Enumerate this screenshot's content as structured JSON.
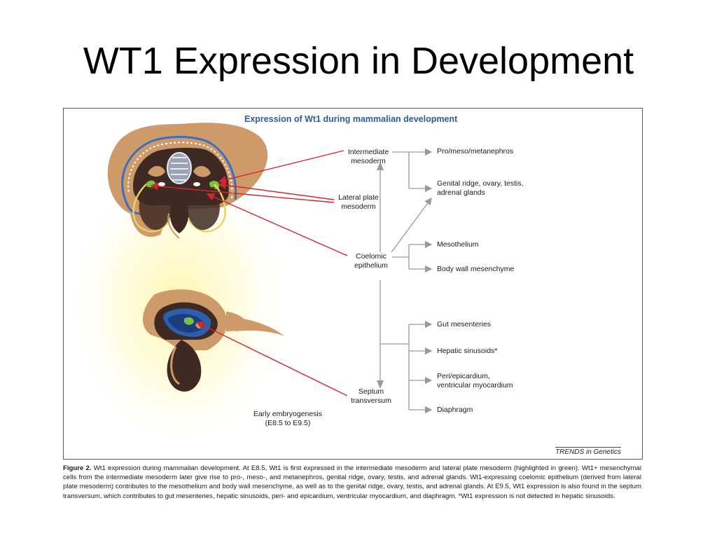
{
  "slide": {
    "title": "WT1 Expression in Development"
  },
  "figure": {
    "heading": "Expression of Wt1 during mammalian development",
    "sources": {
      "intermediate_mesoderm": [
        "Intermediate",
        "mesoderm"
      ],
      "lateral_plate_mesoderm": [
        "Lateral plate",
        "mesoderm"
      ],
      "coelomic_epithelium": [
        "Coelomic",
        "epithelium"
      ],
      "septum_transversum": [
        "Septum",
        "transversum"
      ]
    },
    "fates": {
      "pro_meso_metanephros": [
        "Pro/meso/metanephros"
      ],
      "genital_ridge": [
        "Genital ridge, ovary, testis,",
        "adrenal glands"
      ],
      "mesothelium": [
        "Mesothelium"
      ],
      "body_wall": [
        "Body wall mesenchyme"
      ],
      "gut_mesenteries": [
        "Gut mesenteries"
      ],
      "hepatic_sinusoids": [
        "Hepatic sinusoids*"
      ],
      "peri_epicardium": [
        "Peri/epicardium,",
        "ventricular myocardium"
      ],
      "diaphragm": [
        "Diaphragm"
      ]
    },
    "stage_label": [
      "Early embryogenesis",
      "(E8.5 to E9.5)"
    ],
    "credit": "TRENDS in Genetics",
    "colors": {
      "heading": "#2d5aa0",
      "wt1_green": "#7cc242",
      "arrow_red": "#d0282e",
      "arrow_gray": "#9a9a9a"
    }
  },
  "caption": {
    "label": "Figure 2.",
    "text": "Wt1 expression during mammalian development. At E8.5, Wt1 is first expressed in the intermediate mesoderm and lateral plate mesoderm (highlighted in green). Wt1+ mesenchymal cells from the intermediate mesoderm later give rise to pro-, meso-, and metanephros, genital ridge, ovary, testis, and adrenal glands. Wt1-expressing coelomic epithelium (derived from lateral plate mesoderm) contributes to the mesothelium and body wall mesenchyme, as well as to the genital ridge, ovary, testis, and adrenal glands. At E9.5, Wt1 expression is also found in the septum transversum, which contributes to gut mesenteries, hepatic sinusoids, peri- and epicardium, ventricular myocardium, and diaphragm. *Wt1 expression is not detected in hepatic sinusoids."
  }
}
